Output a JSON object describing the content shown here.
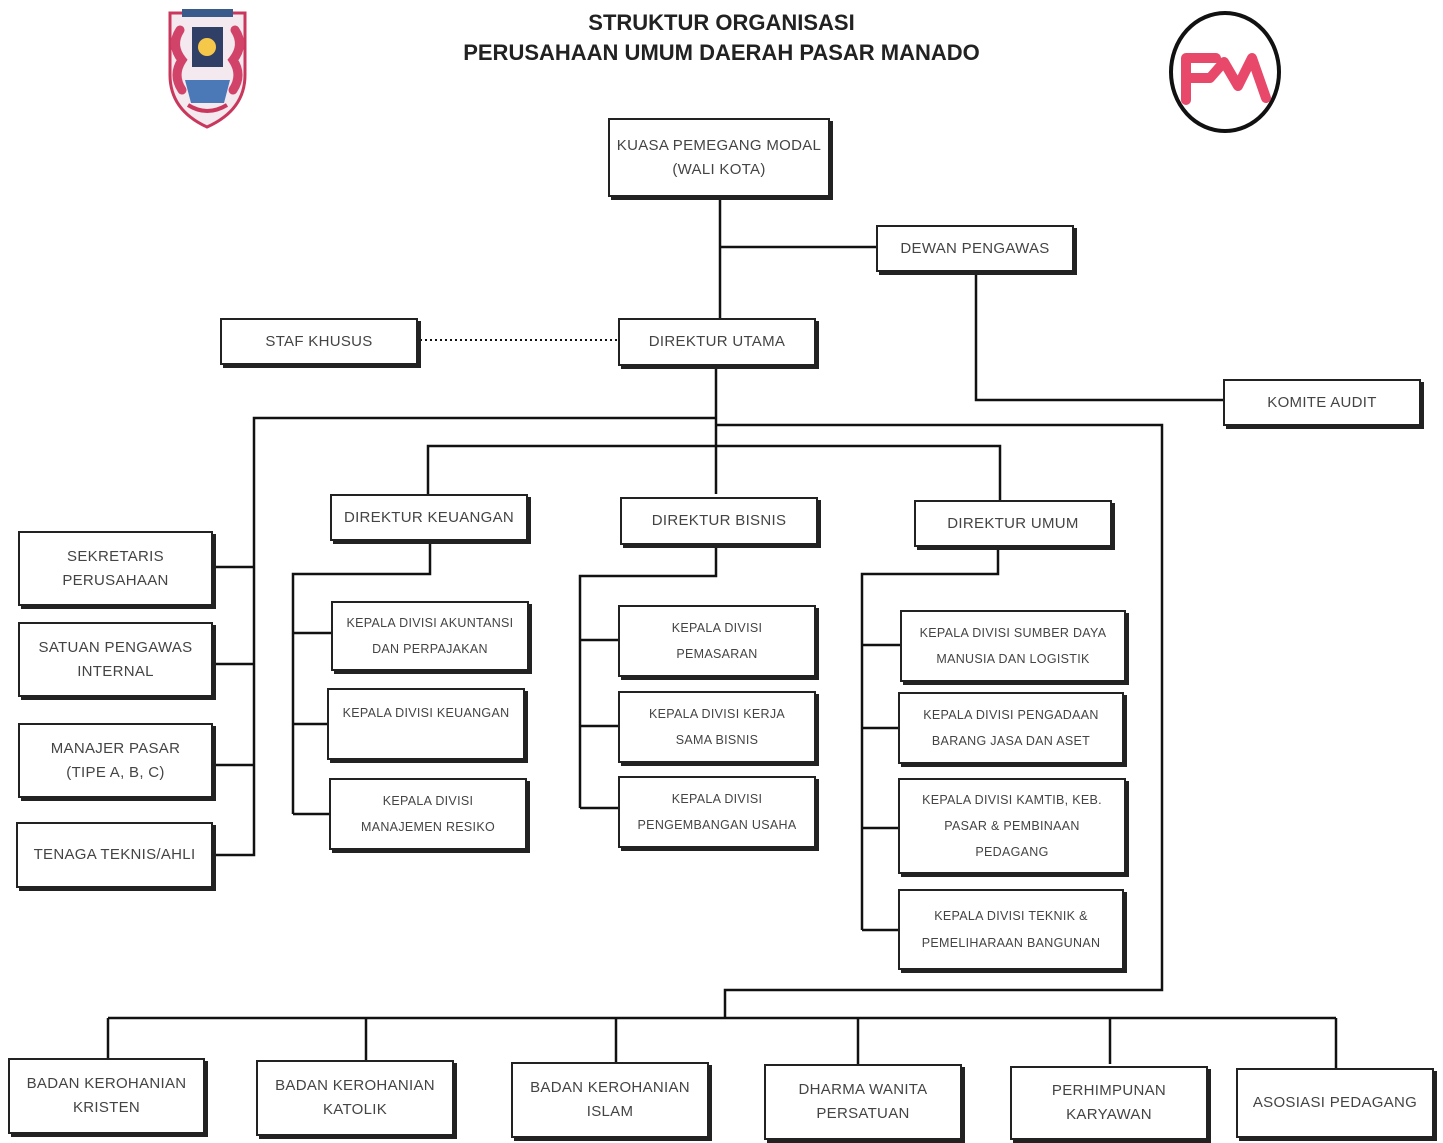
{
  "header": {
    "title_line1": "STRUKTUR ORGANISASI",
    "title_line2": "PERUSAHAAN UMUM DAERAH PASAR MANADO"
  },
  "logo_right": {
    "text": "PM",
    "color": "#e8486a"
  },
  "nodes": {
    "kuasa_pemegang_modal": "KUASA PEMEGANG MODAL\n(WALI KOTA)",
    "dewan_pengawas": "DEWAN PENGAWAS",
    "staf_khusus": "STAF KHUSUS",
    "direktur_utama": "DIREKTUR UTAMA",
    "komite_audit": "KOMITE AUDIT",
    "sekretaris_perusahaan": "SEKRETARIS\nPERUSAHAAN",
    "satuan_pengawas_internal": "SATUAN PENGAWAS\nINTERNAL",
    "manajer_pasar": "MANAJER PASAR\n(TIPE A, B, C)",
    "tenaga_teknis": "TENAGA TEKNIS/AHLI",
    "direktur_keuangan": "DIREKTUR KEUANGAN",
    "direktur_bisnis": "DIREKTUR BISNIS",
    "direktur_umum": "DIREKTUR UMUM",
    "kadiv_akuntansi": "KEPALA DIVISI AKUNTANSI\nDAN PERPAJAKAN",
    "kadiv_keuangan": "KEPALA DIVISI KEUANGAN",
    "kadiv_resiko": "KEPALA DIVISI\nMANAJEMEN RESIKO",
    "kadiv_pemasaran": "KEPALA DIVISI\nPEMASARAN",
    "kadiv_kerjasama": "KEPALA DIVISI KERJA\nSAMA BISNIS",
    "kadiv_pengembangan": "KEPALA DIVISI\nPENGEMBANGAN USAHA",
    "kadiv_sdm": "KEPALA DIVISI SUMBER DAYA\nMANUSIA DAN LOGISTIK",
    "kadiv_pengadaan": "KEPALA DIVISI PENGADAAN\nBARANG JASA DAN ASET",
    "kadiv_kamtib": "KEPALA DIVISI KAMTIB, KEB.\nPASAR & PEMBINAAN\nPEDAGANG",
    "kadiv_teknik": "KEPALA DIVISI TEKNIK &\nPEMELIHARAAN BANGUNAN",
    "badan_kristen": "BADAN KEROHANIAN\nKRISTEN",
    "badan_katolik": "BADAN KEROHANIAN\nKATOLIK",
    "badan_islam": "BADAN KEROHANIAN\nISLAM",
    "dharma_wanita": "DHARMA WANITA\nPERSATUAN",
    "perhimpunan_karyawan": "PERHIMPUNAN\nKARYAWAN",
    "asosiasi_pedagang": "ASOSIASI PEDAGANG"
  }
}
